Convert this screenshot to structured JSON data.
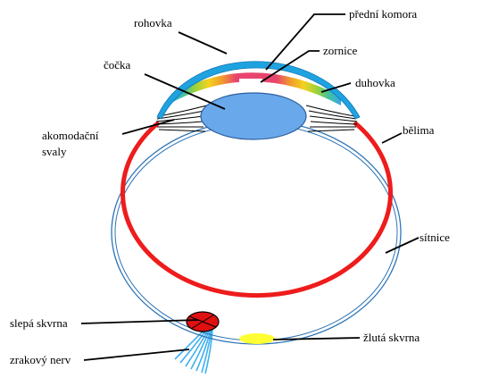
{
  "labels": {
    "rohovka": "rohovka",
    "predni_komora": "přední komora",
    "zornice": "zornice",
    "cocka": "čočka",
    "duhovka": "duhovka",
    "akomodacni_1": "akomodační",
    "akomodacni_2": "svaly",
    "belima": "bělima",
    "sitnice": "sítnice",
    "slepa_skvrna": "slepá skvrna",
    "zluta_skvrna": "žlutá skvrna",
    "zrakovy_nerv": "zrakový nerv"
  },
  "colors": {
    "sclera": "#2e75b6",
    "retina": "#ee1c1c",
    "cornea": "#1fa3e0",
    "lens": "#69a8ea",
    "lens_stroke": "#2f5f9e",
    "macula": "#ffff33",
    "blind_spot": "#e01010",
    "nerve": "#3fb0f0",
    "muscles": "#000000"
  }
}
